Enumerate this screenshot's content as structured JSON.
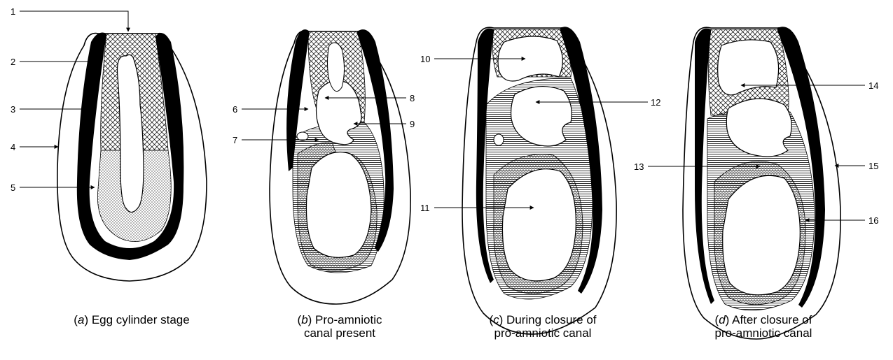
{
  "labels": [
    "1",
    "2",
    "3",
    "4",
    "5",
    "6",
    "7",
    "8",
    "9",
    "10",
    "11",
    "12",
    "13",
    "14",
    "15",
    "16"
  ],
  "captions": [
    {
      "letter": "a",
      "line1": "Egg cylinder stage",
      "line2": ""
    },
    {
      "letter": "b",
      "line1": "Pro-amniotic",
      "line2": "canal present"
    },
    {
      "letter": "c",
      "line1": "During closure of",
      "line2": "pro-amniotic canal"
    },
    {
      "letter": "d",
      "line1": "After closure of",
      "line2": "pro-amniotic canal"
    }
  ]
}
